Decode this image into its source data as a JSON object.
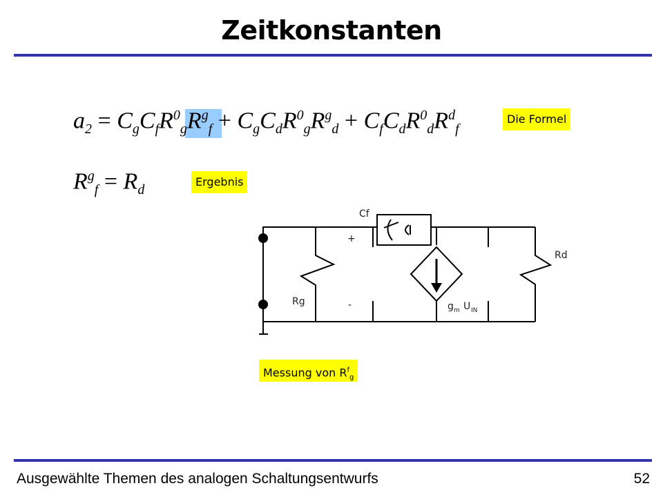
{
  "slide": {
    "title": "Zeitkonstanten",
    "footer_left": "Ausgewählte Themen des analogen Schaltungsentwurfs",
    "page_number": "52"
  },
  "formula_main": {
    "lhs": "a",
    "lhs_sub": "2",
    "term1": [
      "C",
      "g",
      "C",
      "f",
      "R",
      "0",
      "g",
      "R",
      "g",
      "f"
    ],
    "term2": [
      "C",
      "g",
      "C",
      "d",
      "R",
      "0",
      "g",
      "R",
      "g",
      "d"
    ],
    "term3": [
      "C",
      "f",
      "C",
      "d",
      "R",
      "0",
      "d",
      "R",
      "d",
      "f"
    ]
  },
  "formula_result": {
    "lhs": "R",
    "lhs_sup": "g",
    "lhs_sub": "f",
    "rhs": "R",
    "rhs_sub": "d"
  },
  "labels": {
    "die_formel": "Die Formel",
    "ergebnis": "Ergebnis",
    "messung": "Messung von R",
    "messung_sup": "f",
    "messung_sub": "g"
  },
  "circuit": {
    "cf": "Cf",
    "rd": "Rd",
    "rg": "Rg",
    "plus": "+",
    "minus": "-",
    "gm": "g",
    "gm_sub": "m",
    "uin": "U",
    "uin_sub": "IN"
  }
}
